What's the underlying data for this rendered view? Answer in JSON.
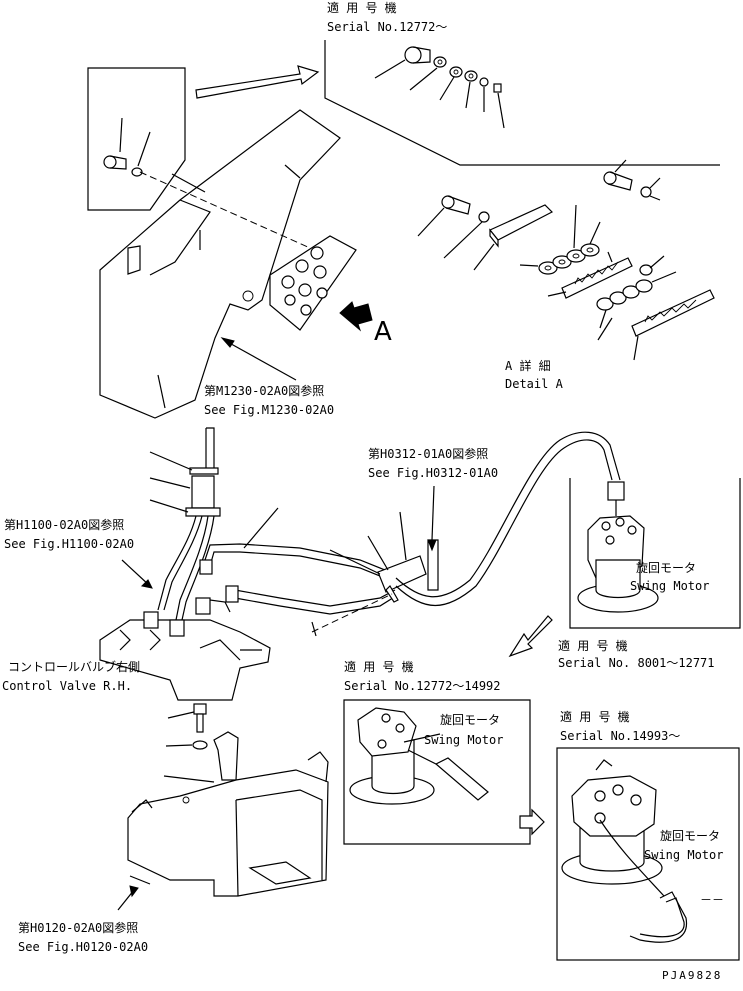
{
  "labels": {
    "top_serial_jp": "適 用 号 機",
    "top_serial_en": "Serial No.12772～",
    "detail_jp": "A 詳 細",
    "detail_en": "Detail A",
    "view_letter": "A",
    "ref_m1230_jp": "第M1230-02A0図参照",
    "ref_m1230_en": "See Fig.M1230-02A0",
    "ref_h0312_jp": "第H0312-01A0図参照",
    "ref_h0312_en": "See Fig.H0312-01A0",
    "ref_h1100_jp": "第H1100-02A0図参照",
    "ref_h1100_en": "See Fig.H1100-02A0",
    "ref_h0120_jp": "第H0120-02A0図参照",
    "ref_h0120_en": "See Fig.H0120-02A0",
    "control_valve_jp": "コントロールバルブ右側",
    "control_valve_en": "Control Valve R.H.",
    "swing_motor_jp_1": "旋回モータ",
    "swing_motor_en_1": "Swing Motor",
    "serial_1_jp": "適 用 号 機",
    "serial_1_en": "Serial No. 8001～12771",
    "serial_2_jp": "適 用 号 機",
    "serial_2_en": "Serial No.12772～14992",
    "swing_motor_jp_2": "旋回モータ",
    "swing_motor_en_2": "Swing Motor",
    "serial_3_jp": "適 用 号 機",
    "serial_3_en": "Serial No.14993～",
    "swing_motor_jp_3": "旋回モータ",
    "swing_motor_en_3": "Swing Motor",
    "drawing_no": "PJA9828",
    "part_dash": "－－"
  }
}
